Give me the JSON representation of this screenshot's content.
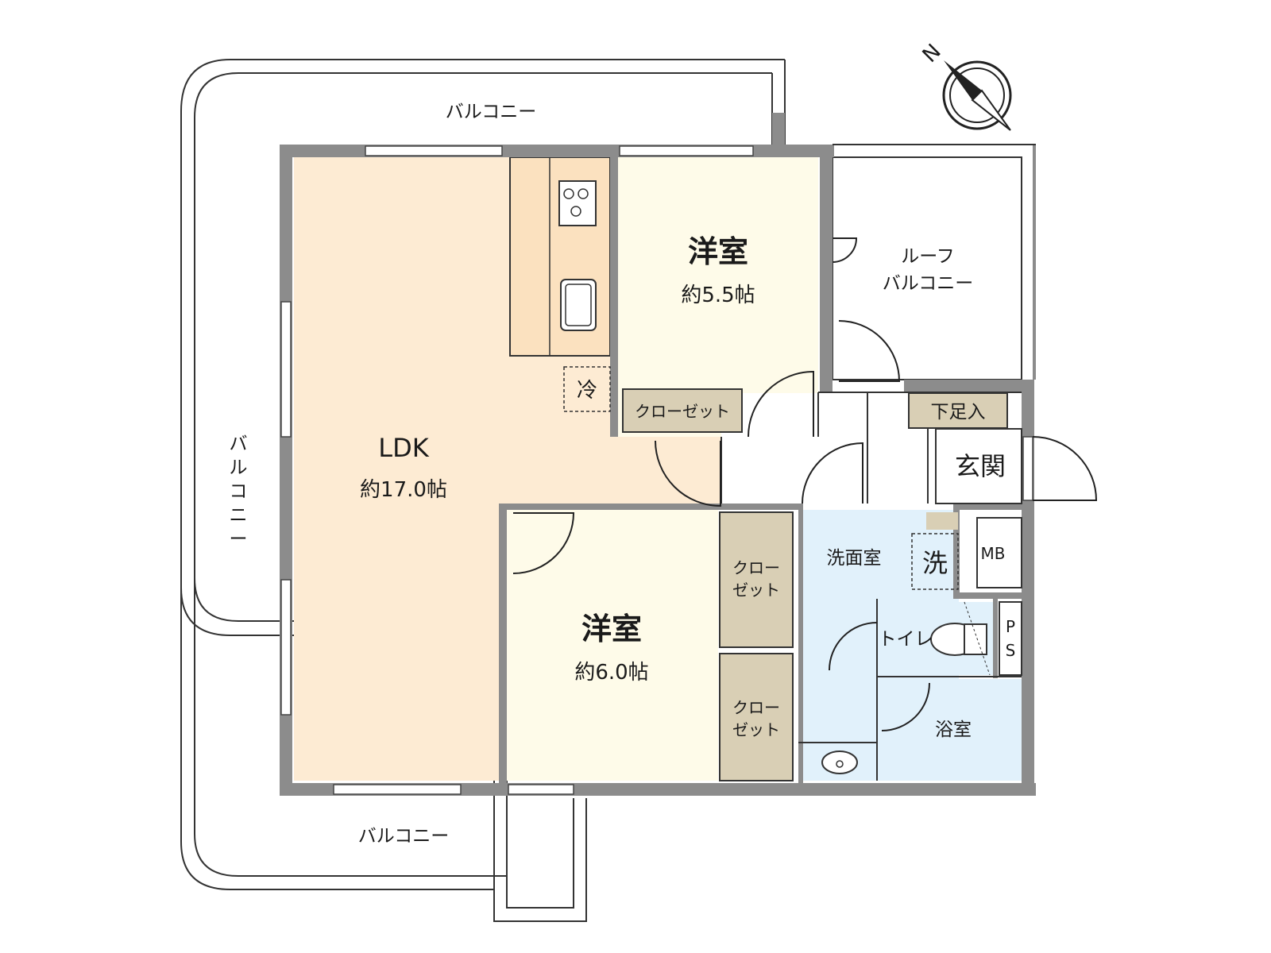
{
  "rooms": {
    "ldk": {
      "name": "LDK",
      "size": "約17.0帖"
    },
    "western_north": {
      "name": "洋室",
      "size": "約5.5帖"
    },
    "western_south": {
      "name": "洋室",
      "size": "約6.0帖"
    },
    "closet_north": "クローゼット",
    "closet_south_1": [
      "クロー",
      "ゼット"
    ],
    "closet_south_2": [
      "クロー",
      "ゼット"
    ],
    "entrance": "玄関",
    "shoe_box": "下足入",
    "washroom": "洗面室",
    "washer": "洗",
    "fridge": "冷",
    "toilet": "トイレ",
    "bathroom": "浴室",
    "meter_box": "MB",
    "pipe_space": [
      "P",
      "S"
    ]
  },
  "balconies": {
    "north": "バルコニー",
    "west": [
      "バ",
      "ル",
      "コ",
      "ニ",
      "ー"
    ],
    "south": "バルコニー",
    "roof": [
      "ルーフ",
      "バルコニー"
    ]
  },
  "compass": {
    "label": "N"
  },
  "colors": {
    "ldk_fill": "#fdebd3",
    "western_fill": "#fefbe9",
    "closet_fill": "#d9cfb5",
    "wet_fill": "#e1f1fb",
    "wall": "#8c8c8c"
  }
}
